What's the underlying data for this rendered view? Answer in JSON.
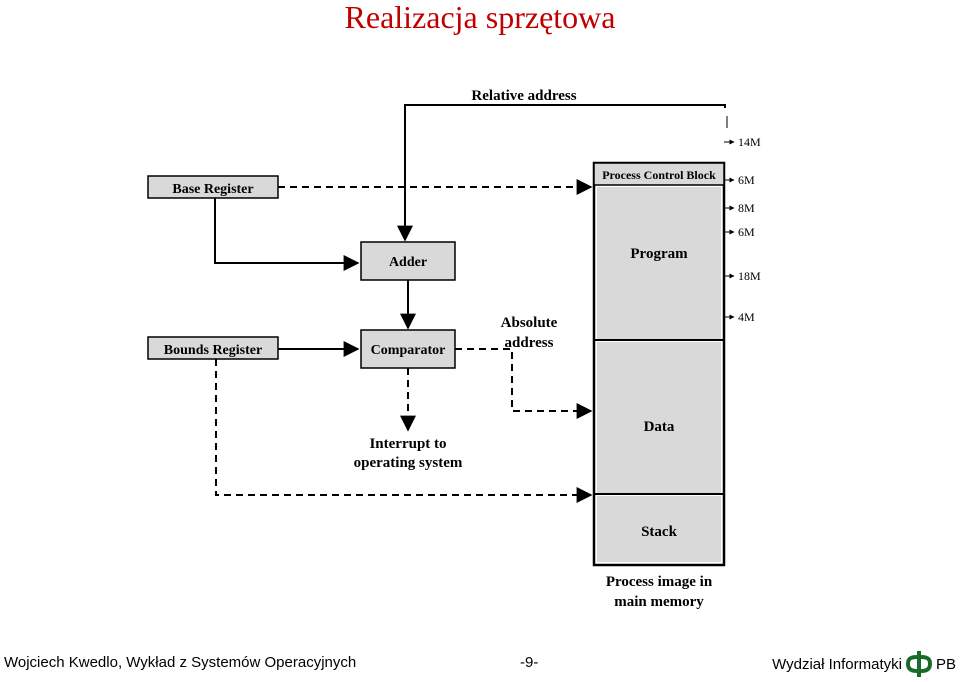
{
  "title": "Realizacja sprzętowa",
  "diagram": {
    "relative_address_label": "Relative address",
    "base_register_label": "Base Register",
    "bounds_register_label": "Bounds Register",
    "adder_label": "Adder",
    "comparator_label": "Comparator",
    "absolute_address_line1": "Absolute",
    "absolute_address_line2": "address",
    "interrupt_line1": "Interrupt to",
    "interrupt_line2": "operating system",
    "pcb_label": "Process Control Block",
    "program_label": "Program",
    "data_label": "Data",
    "stack_label": "Stack",
    "image_caption_line1": "Process image in",
    "image_caption_line2": "main memory",
    "memory_ticks": [
      "14M",
      "6M",
      "8M",
      "6M",
      "18M",
      "4M"
    ]
  },
  "footer": {
    "author": "Wojciech Kwedlo, Wykład z Systemów Operacyjnych",
    "page": "-9-",
    "faculty": "Wydział Informatyki",
    "institution": "PB"
  }
}
